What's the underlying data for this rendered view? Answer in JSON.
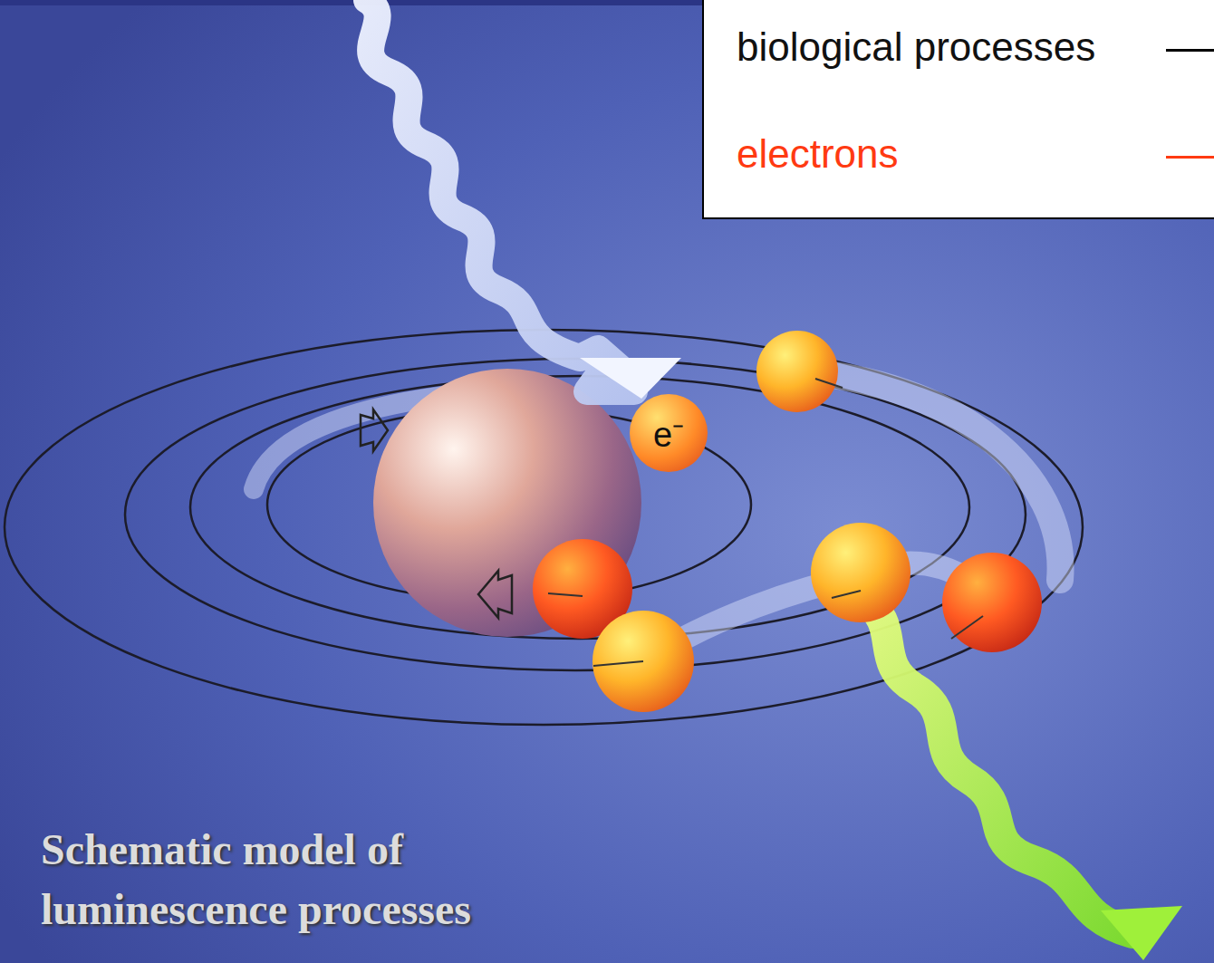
{
  "diagram": {
    "caption": "Schematic model of luminescence processes",
    "nodes": [
      {
        "text": [
          "e⁻"
        ]
      }
    ],
    "legend": [
      {
        "text": "biological processes"
      },
      {
        "text": "electrons"
      }
    ]
  }
}
